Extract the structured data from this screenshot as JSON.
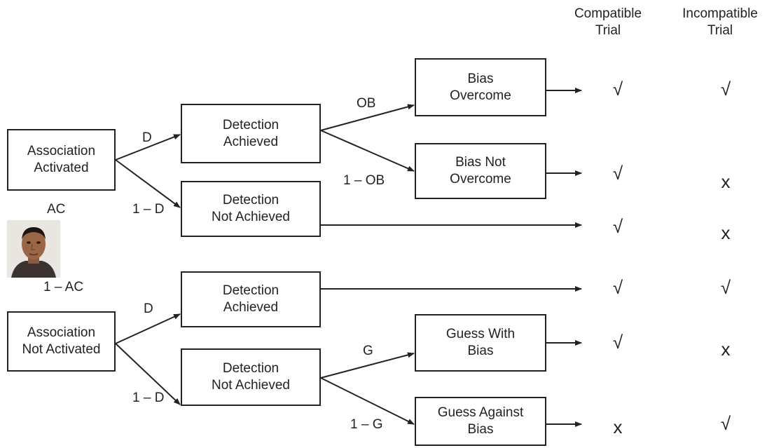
{
  "headers": {
    "compatible": "Compatible\nTrial",
    "incompatible": "Incompatible\nTrial"
  },
  "boxes": {
    "assoc_activated": "Association\nActivated",
    "assoc_not_activated": "Association\nNot Activated",
    "detect_achieved_top": "Detection\nAchieved",
    "detect_not_achieved_top": "Detection\nNot Achieved",
    "detect_achieved_bottom": "Detection\nAchieved",
    "detect_not_achieved_bottom": "Detection\nNot Achieved",
    "bias_overcome": "Bias\nOvercome",
    "bias_not_overcome": "Bias Not\nOvercome",
    "guess_with_bias": "Guess With\nBias",
    "guess_against_bias": "Guess Against\nBias"
  },
  "labels": {
    "d_top": "D",
    "one_minus_d_top": "1 – D",
    "ob": "OB",
    "one_minus_ob": "1 – OB",
    "ac": "AC",
    "one_minus_ac": "1 – AC",
    "d_bottom": "D",
    "one_minus_d_bottom": "1 – D",
    "g": "G",
    "one_minus_g": "1 – G"
  },
  "outcomes": [
    {
      "compatible": "√",
      "incompatible": "√"
    },
    {
      "compatible": "√",
      "incompatible": "x"
    },
    {
      "compatible": "√",
      "incompatible": "x"
    },
    {
      "compatible": "√",
      "incompatible": "√"
    },
    {
      "compatible": "√",
      "incompatible": "x"
    },
    {
      "compatible": "x",
      "incompatible": "√"
    }
  ]
}
